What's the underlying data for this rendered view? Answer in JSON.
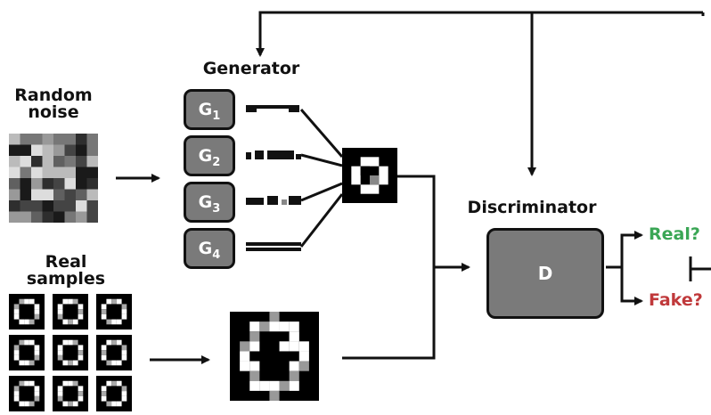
{
  "labels": {
    "random_noise": "Random\nnoise",
    "generator": "Generator",
    "real_samples": "Real\nsamples",
    "discriminator": "Discriminator",
    "real_q": "Real?",
    "fake_q": "Fake?"
  },
  "generators": [
    {
      "label": "G",
      "sub": "1"
    },
    {
      "label": "G",
      "sub": "2"
    },
    {
      "label": "G",
      "sub": "3"
    },
    {
      "label": "G",
      "sub": "4"
    }
  ],
  "discriminator": {
    "label": "D"
  },
  "colors": {
    "real": "#3aa655",
    "fake": "#c0393b",
    "box_fill": "#7a7a7a",
    "line": "#111111"
  },
  "icons": {
    "noise": "noise-grid-image",
    "generated": "generated-digit-image",
    "real_grid": "real-digit-grid-image",
    "real_big": "real-digit-zero-image"
  }
}
